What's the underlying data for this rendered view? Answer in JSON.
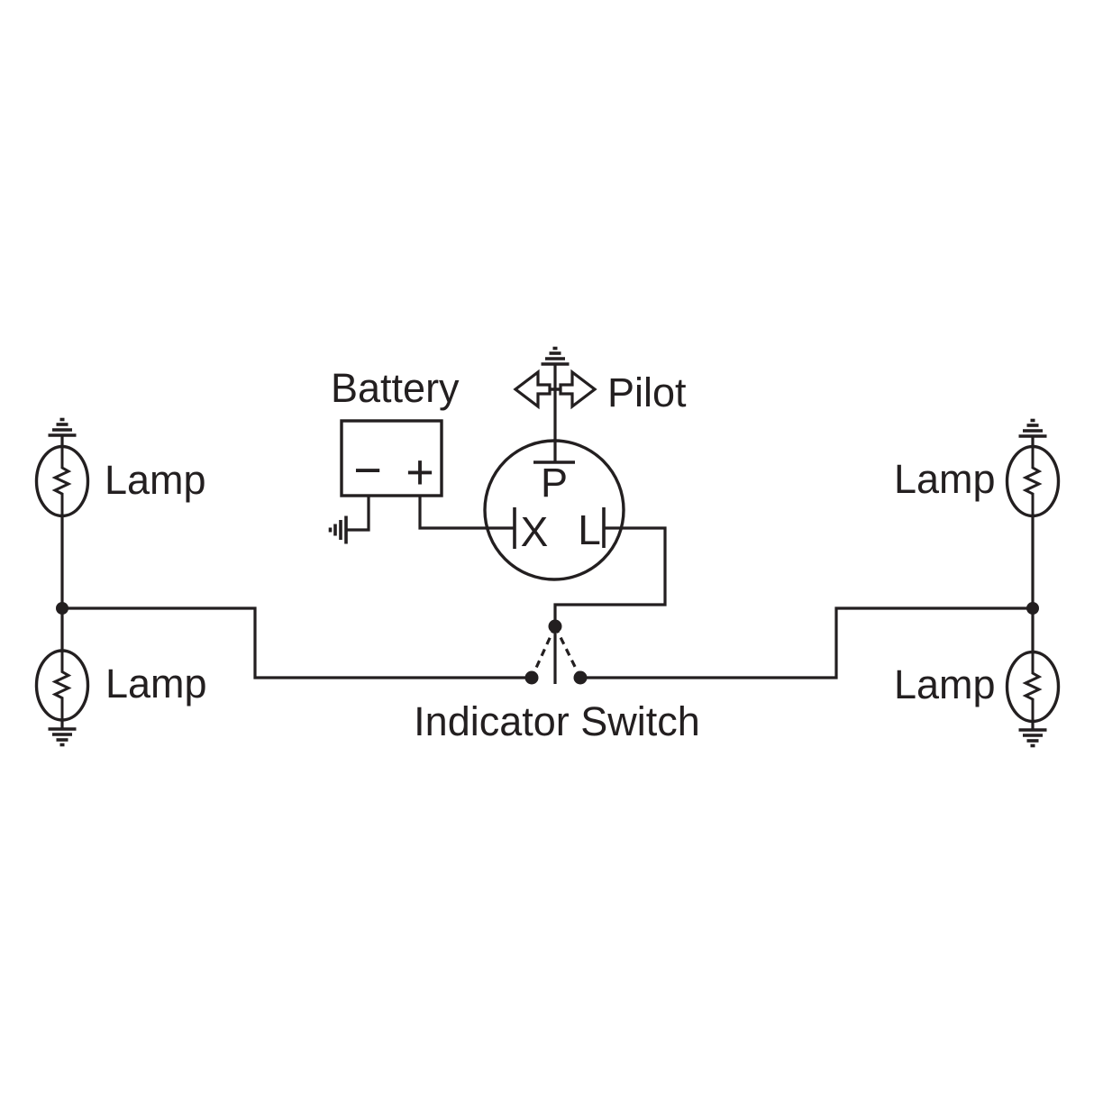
{
  "page": {
    "background": "#ffffff"
  },
  "diagram": {
    "line_color": "#231f20",
    "battery": {
      "label": "Battery",
      "negative_terminal": "−",
      "positive_terminal": "+"
    },
    "pilot": {
      "label": "Pilot"
    },
    "flasher_relay": {
      "terminal_p": "P",
      "terminal_x": "X",
      "terminal_l": "L"
    },
    "indicator_switch": {
      "label": "Indicator Switch"
    },
    "lamps": {
      "top_left": "Lamp",
      "bottom_left": "Lamp",
      "top_right": "Lamp",
      "bottom_right": "Lamp"
    }
  }
}
